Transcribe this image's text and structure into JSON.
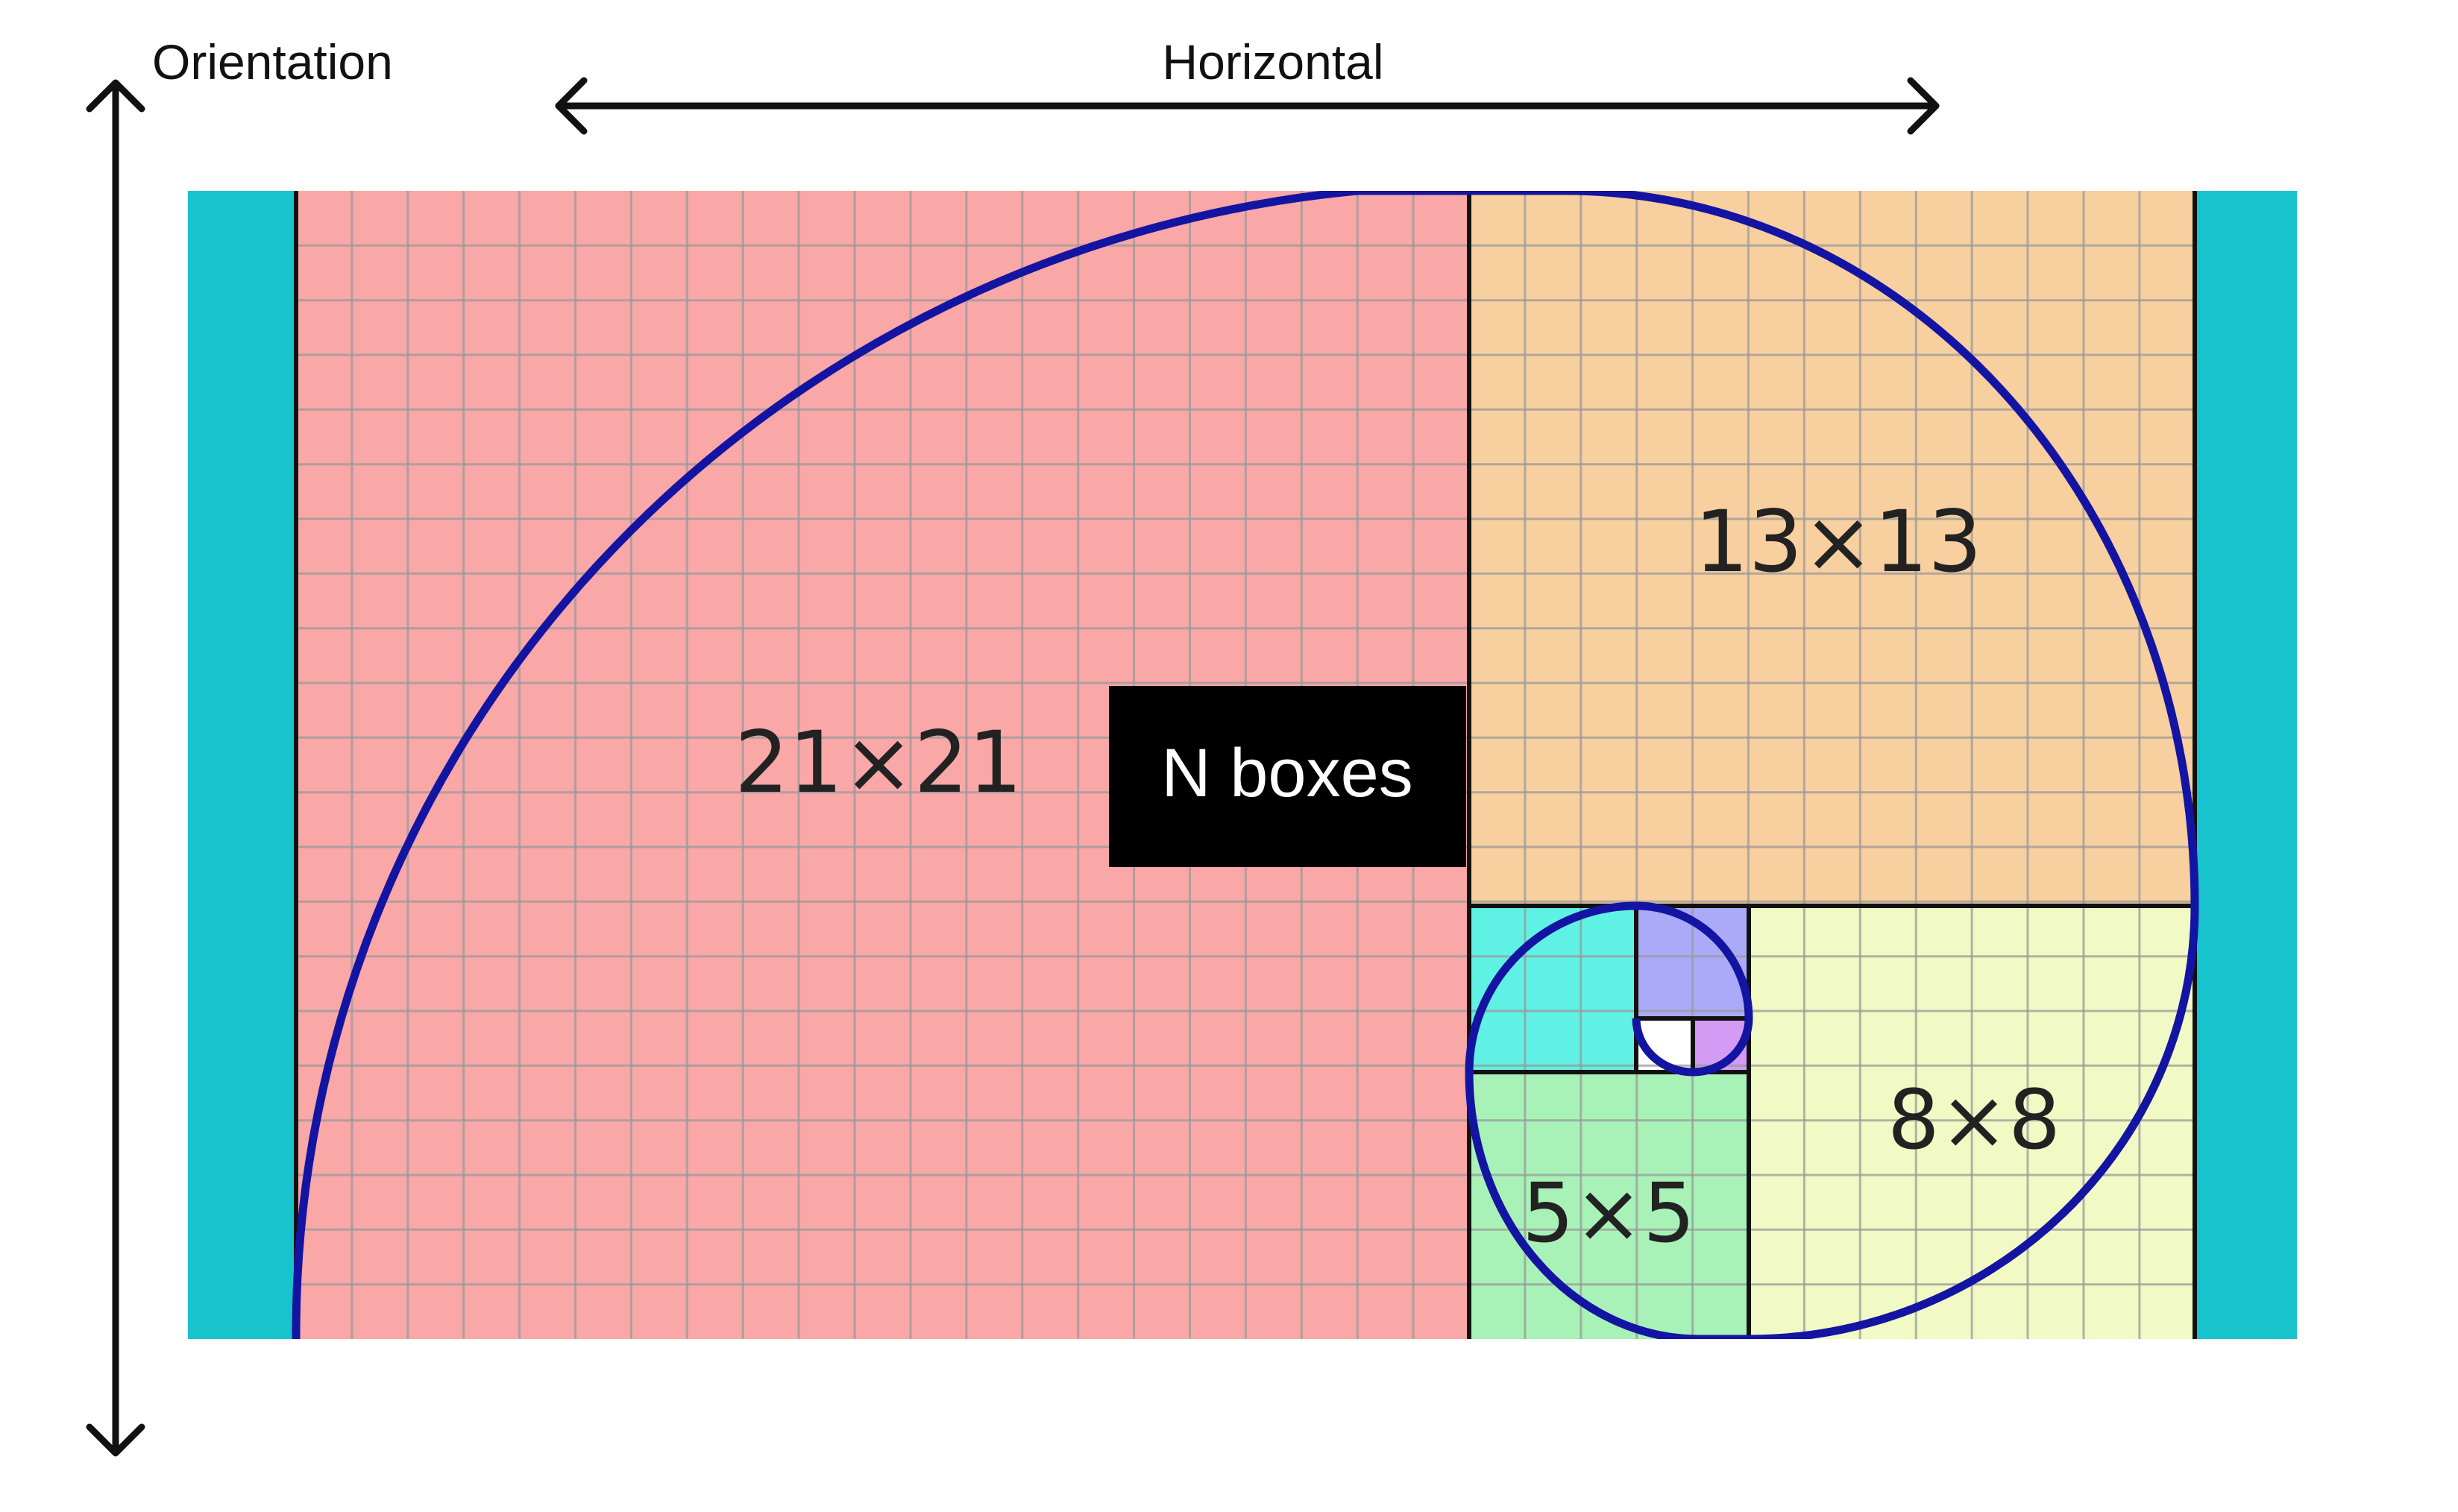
{
  "annotations": {
    "vertical_label": "Orientation",
    "horizontal_label": "Horizontal"
  },
  "callout": {
    "text": "N boxes"
  },
  "squares": [
    {
      "id": "sq21",
      "label": "21×21",
      "color": "#f9a7a7"
    },
    {
      "id": "sq13",
      "label": "13×13",
      "color": "#f8cf9f"
    },
    {
      "id": "sq8",
      "label": "8×8",
      "color": "#f1fac4"
    },
    {
      "id": "sq5",
      "label": "5×5",
      "color": "#a8f2b7"
    },
    {
      "id": "sq3",
      "label": "",
      "color": "#5ff1e3"
    },
    {
      "id": "sq2",
      "label": "",
      "color": "#aaaaf8"
    },
    {
      "id": "sq1a",
      "label": "",
      "color": "#d39bf4"
    },
    {
      "id": "sq1b",
      "label": "",
      "color": "#ffffff"
    }
  ],
  "colors": {
    "side_bars": "#17c3cd",
    "spiral": "#1414a3",
    "grid_lines": "#9a9a9a",
    "callout_bg": "#000000"
  }
}
